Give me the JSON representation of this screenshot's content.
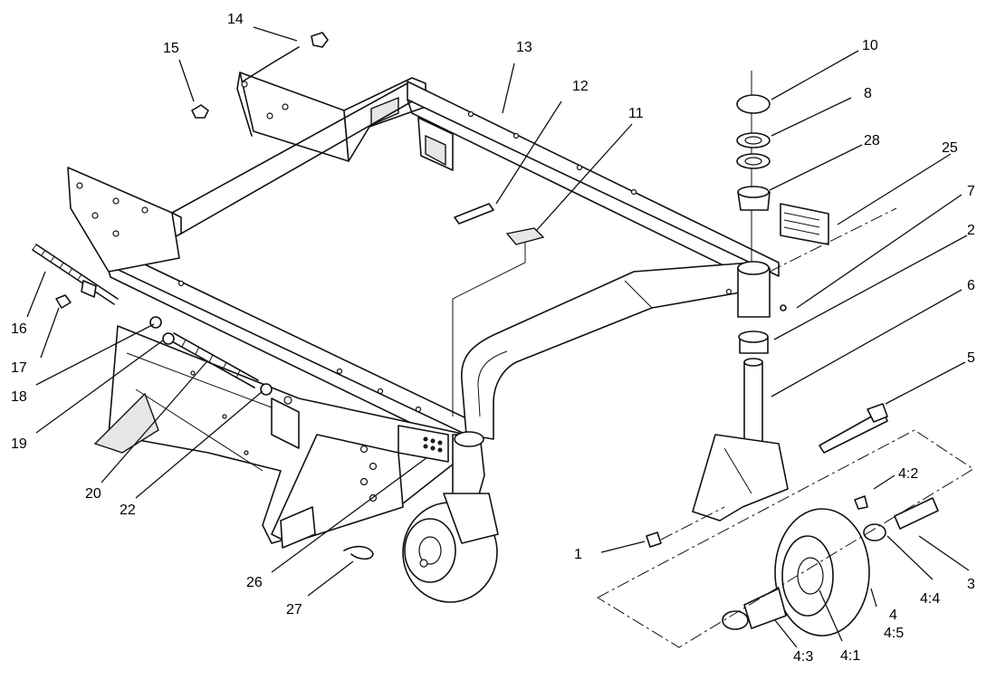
{
  "callouts": {
    "c1": "1",
    "c2": "2",
    "c3": "3",
    "c4": "4",
    "c4_1": "4:1",
    "c4_2": "4:2",
    "c4_3": "4:3",
    "c4_4": "4:4",
    "c4_5": "4:5",
    "c5": "5",
    "c6": "6",
    "c7": "7",
    "c8": "8",
    "c10": "10",
    "c11": "11",
    "c12": "12",
    "c13": "13",
    "c14": "14",
    "c15": "15",
    "c16": "16",
    "c17": "17",
    "c18": "18",
    "c19": "19",
    "c20": "20",
    "c22": "22",
    "c25": "25",
    "c26": "26",
    "c27": "27",
    "c28": "28"
  }
}
